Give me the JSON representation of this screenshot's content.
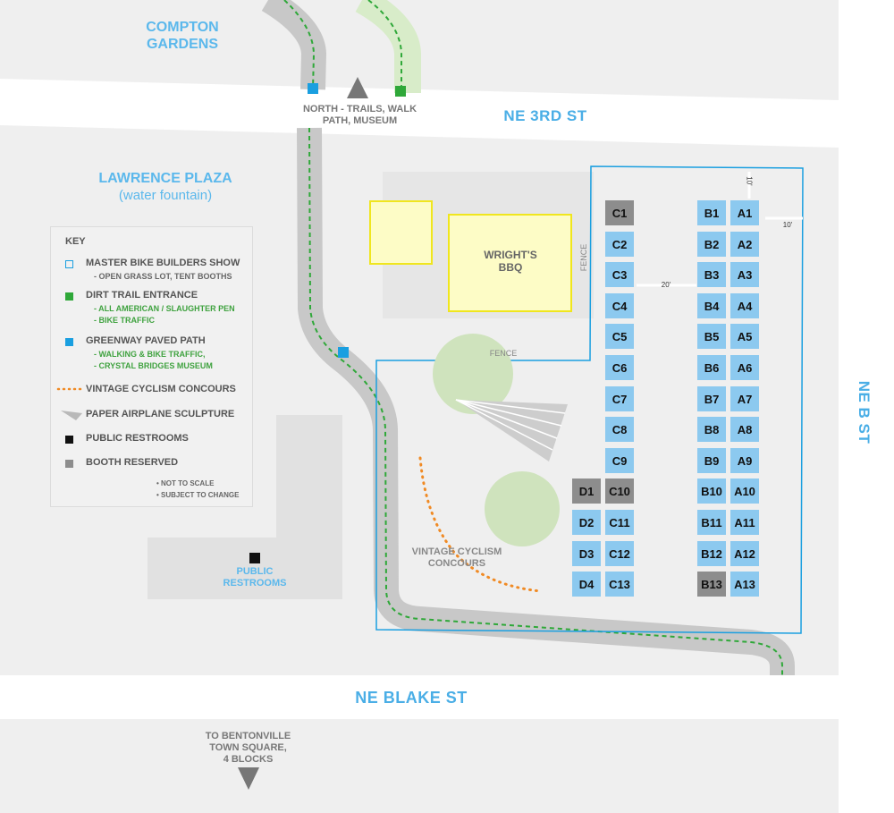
{
  "streets": {
    "north": "NE 3RD ST",
    "south": "NE BLAKE ST",
    "east": "NE B ST"
  },
  "places": {
    "compton_line1": "COMPTON",
    "compton_line2": "GARDENS",
    "plaza_name": "LAWRENCE PLAZA",
    "plaza_note": "(water fountain)",
    "bbq_line1": "WRIGHT'S",
    "bbq_line2": "BBQ",
    "restrooms_line1": "PUBLIC",
    "restrooms_line2": "RESTROOMS",
    "north_line1": "NORTH - TRAILS, WALK",
    "north_line2": "PATH, MUSEUM",
    "town_line1": "TO BENTONVILLE",
    "town_line2": "TOWN SQUARE,",
    "town_line3": "4 BLOCKS",
    "concours_line1": "VINTAGE CYCLISM",
    "concours_line2": "CONCOURS",
    "fence_vertical": "FENCE",
    "fence_horizontal": "FENCE"
  },
  "dimensions": {
    "top_gap": "10'",
    "side_gap": "10'",
    "aisle": "20'"
  },
  "legend": {
    "title": "KEY",
    "master_show": "MASTER BIKE BUILDERS SHOW",
    "master_show_sub": "- OPEN GRASS LOT, TENT BOOTHS",
    "dirt_trail": "DIRT TRAIL ENTRANCE",
    "dirt_trail_sub1": "- ALL AMERICAN / SLAUGHTER PEN",
    "dirt_trail_sub2": "- BIKE TRAFFIC",
    "greenway": "GREENWAY PAVED PATH",
    "greenway_sub1": "- WALKING & BIKE TRAFFIC,",
    "greenway_sub2": "- CRYSTAL BRIDGES MUSEUM",
    "concours": "VINTAGE CYCLISM CONCOURS",
    "sculpture": "PAPER AIRPLANE SCULPTURE",
    "restrooms": "PUBLIC RESTROOMS",
    "reserved": "BOOTH RESERVED",
    "note1": "• NOT TO SCALE",
    "note2": "• SUBJECT TO CHANGE"
  },
  "booths": {
    "a": [
      "A1",
      "A2",
      "A3",
      "A4",
      "A5",
      "A6",
      "A7",
      "A8",
      "A9",
      "A10",
      "A11",
      "A12",
      "A13"
    ],
    "b": [
      "B1",
      "B2",
      "B3",
      "B4",
      "B5",
      "B6",
      "B7",
      "B8",
      "B9",
      "B10",
      "B11",
      "B12",
      "B13"
    ],
    "c": [
      "C1",
      "C2",
      "C3",
      "C4",
      "C5",
      "C6",
      "C7",
      "C8",
      "C9",
      "C10",
      "C11",
      "C12",
      "C13"
    ],
    "d": [
      "D1",
      "D2",
      "D3",
      "D4"
    ],
    "reserved": [
      "C1",
      "C10",
      "D1",
      "B13"
    ]
  },
  "colors": {
    "booth": "#8cc9ef",
    "reserved": "#8d8d8d",
    "show_outline": "#1a9fe0",
    "trail_green": "#2fa839",
    "greenway_blue": "#1a9fe0",
    "concours_orange": "#f08a24",
    "street_text": "#4aaee6"
  }
}
